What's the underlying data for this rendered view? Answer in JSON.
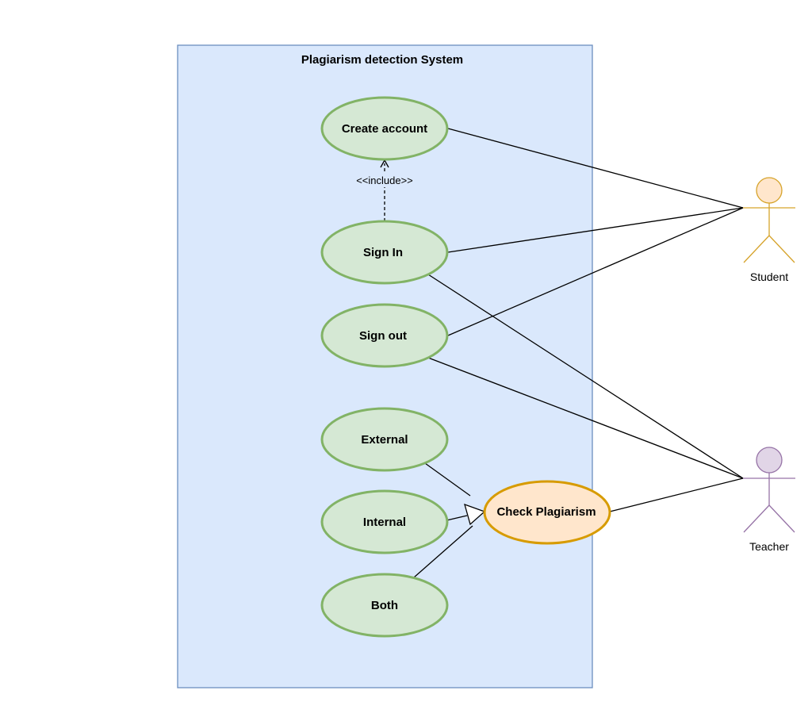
{
  "system": {
    "title": "Plagiarism detection System",
    "fill_color": "#dae8fc",
    "border_color": "#6c8ebf"
  },
  "use_cases": {
    "create_account": "Create account",
    "sign_in": "Sign In",
    "sign_out": "Sign out",
    "external": "External",
    "internal": "Internal",
    "both": "Both",
    "check_plagiarism": "Check Plagiarism"
  },
  "relationships": {
    "include_label": "<<include>>"
  },
  "actors": {
    "student": "Student",
    "teacher": "Teacher"
  },
  "colors": {
    "use_case_fill": "#d5e8d4",
    "use_case_border": "#82b366",
    "highlight_fill": "#ffe6cc",
    "highlight_border": "#d79b00",
    "student_fill": "#ffe6cc",
    "student_stroke": "#d6a32b",
    "teacher_fill": "#e1d5e7",
    "teacher_stroke": "#9673a6"
  }
}
